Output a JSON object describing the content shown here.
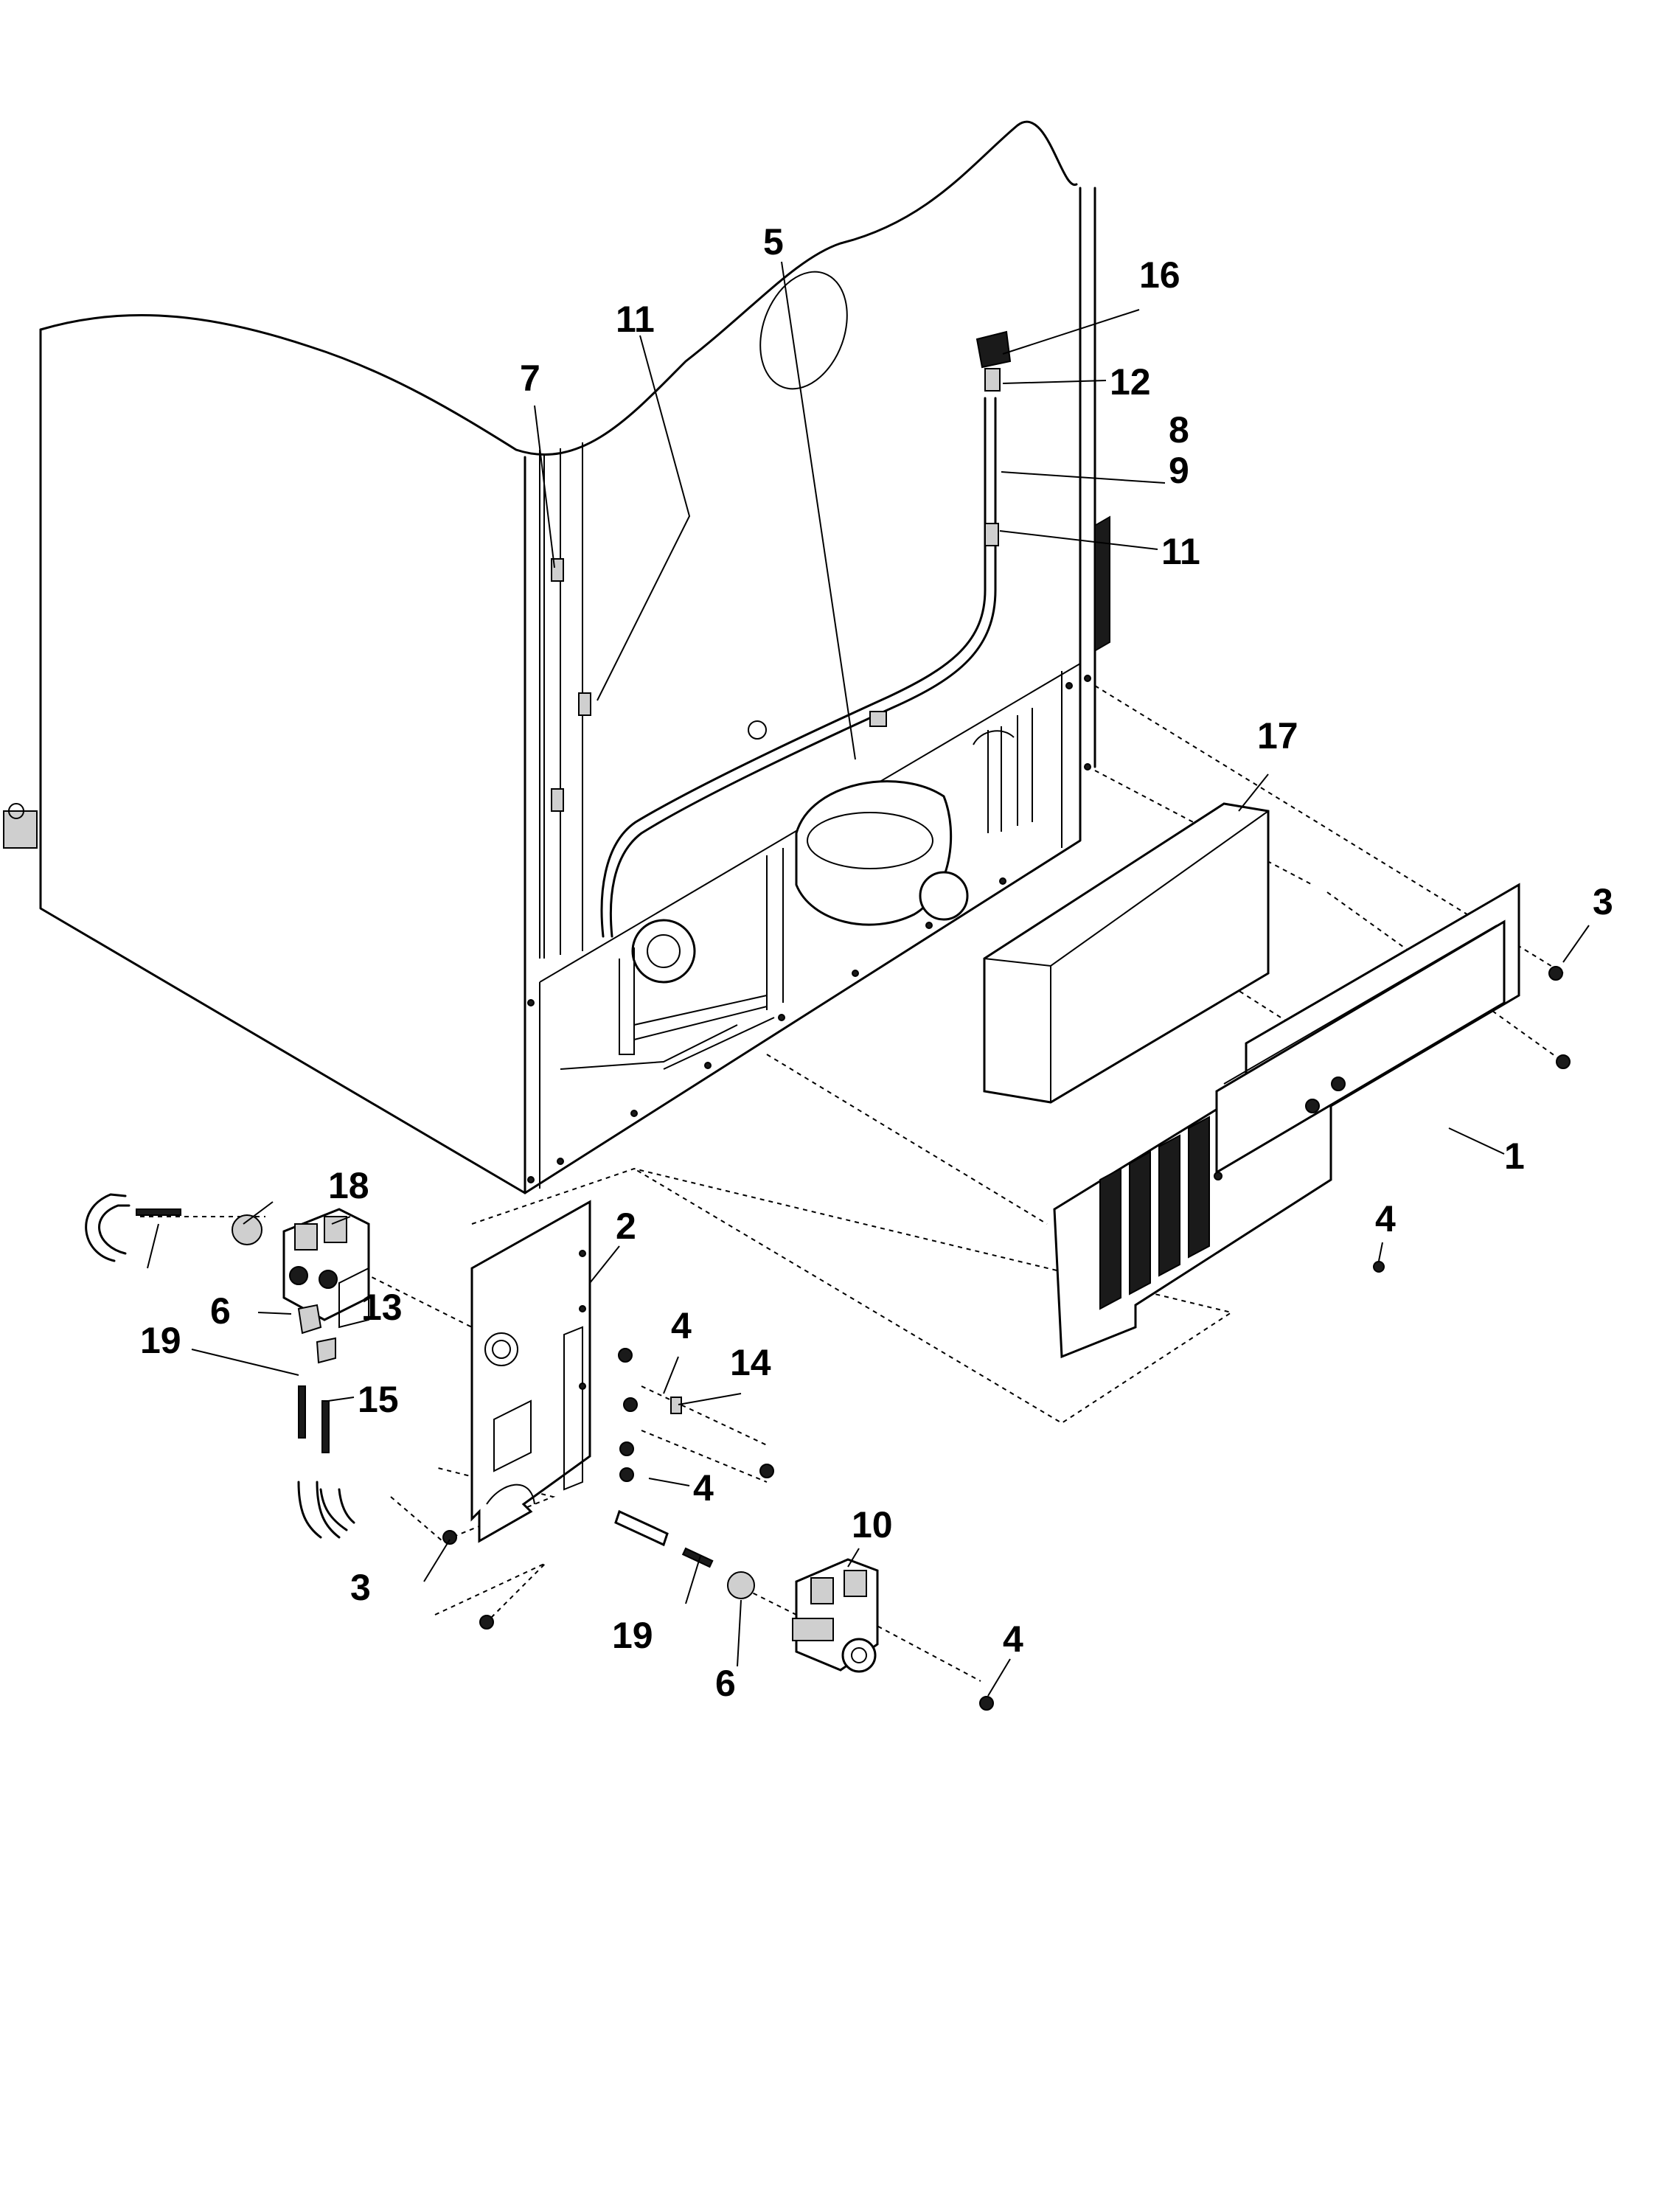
{
  "callouts": {
    "c1": "1",
    "c2": "2",
    "c3a": "3",
    "c3b": "3",
    "c4a": "4",
    "c4b": "4",
    "c4c": "4",
    "c4d": "4",
    "c5": "5",
    "c6a": "6",
    "c6b": "6",
    "c7": "7",
    "c8": "8",
    "c9": "9",
    "c10": "10",
    "c11a": "11",
    "c11b": "11",
    "c12": "12",
    "c13": "13",
    "c14": "14",
    "c15": "15",
    "c16": "16",
    "c17": "17",
    "c18": "18",
    "c19a": "19",
    "c19b": "19"
  }
}
